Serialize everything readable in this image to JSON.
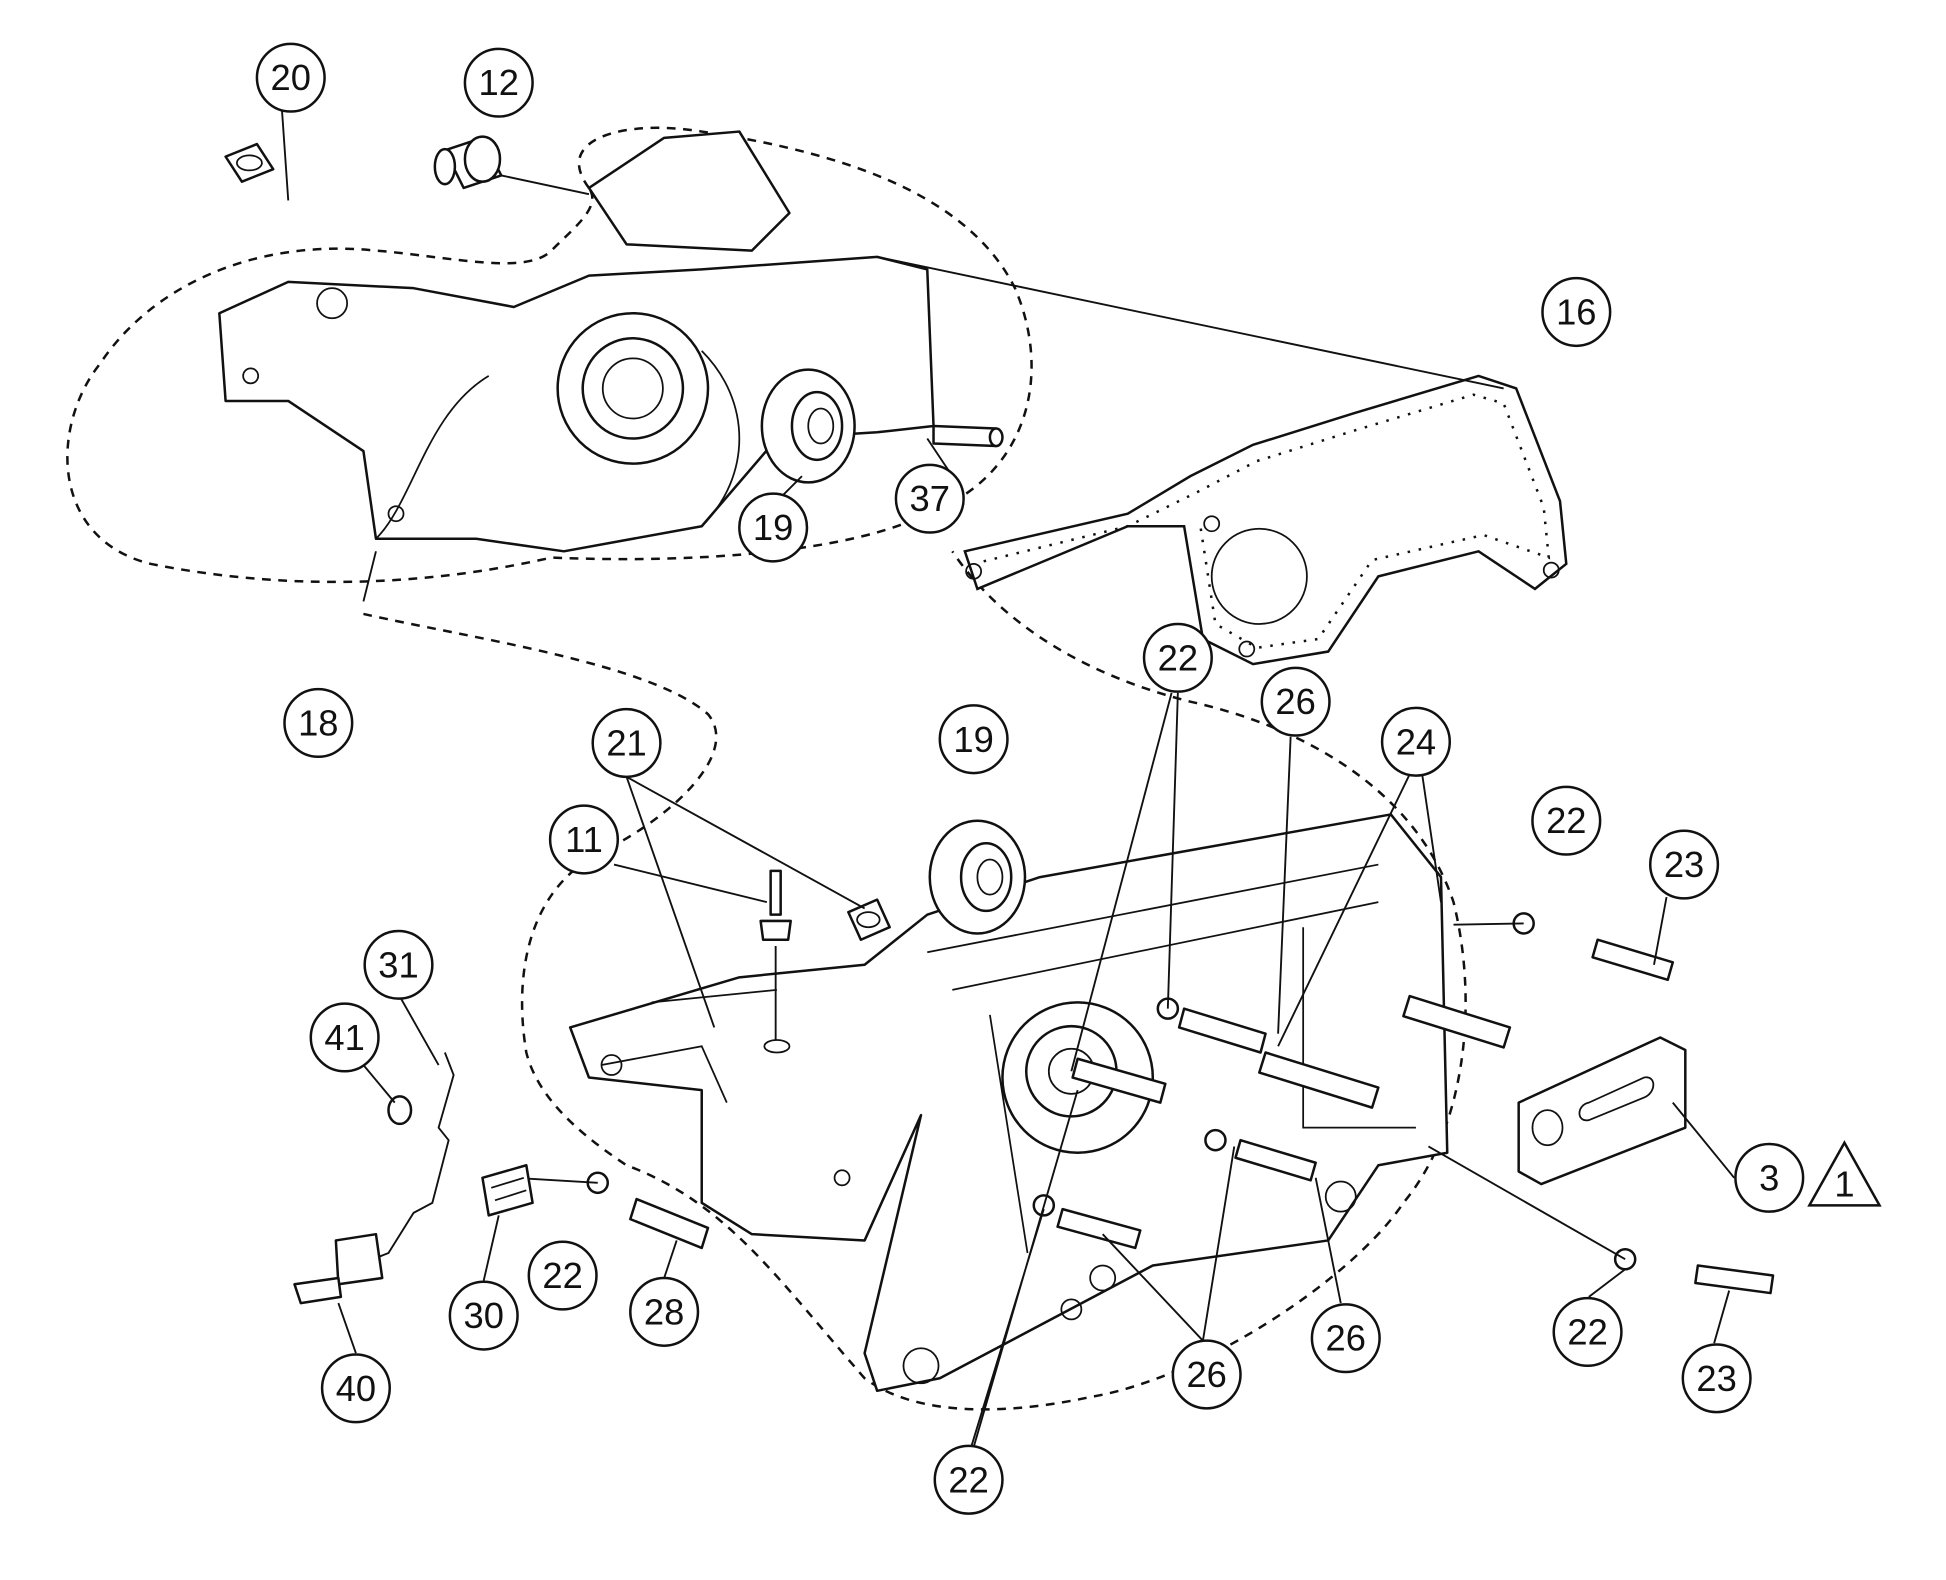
{
  "diagram": {
    "type": "exploded parts diagram",
    "callouts": {
      "c20": "20",
      "c12": "12",
      "c16": "16",
      "c37": "37",
      "c19a": "19",
      "c18": "18",
      "c22a": "22",
      "c26a": "26",
      "c24": "24",
      "c19b": "19",
      "c21": "21",
      "c11": "11",
      "c22b": "22",
      "c23a": "23",
      "c31": "31",
      "c41": "41",
      "c3": "3",
      "c22c": "22",
      "c28": "28",
      "c30": "30",
      "c40": "40",
      "c26b": "26",
      "c26c": "26",
      "c22d": "22",
      "c23b": "23",
      "c22e": "22"
    },
    "note_triangle": "1"
  }
}
